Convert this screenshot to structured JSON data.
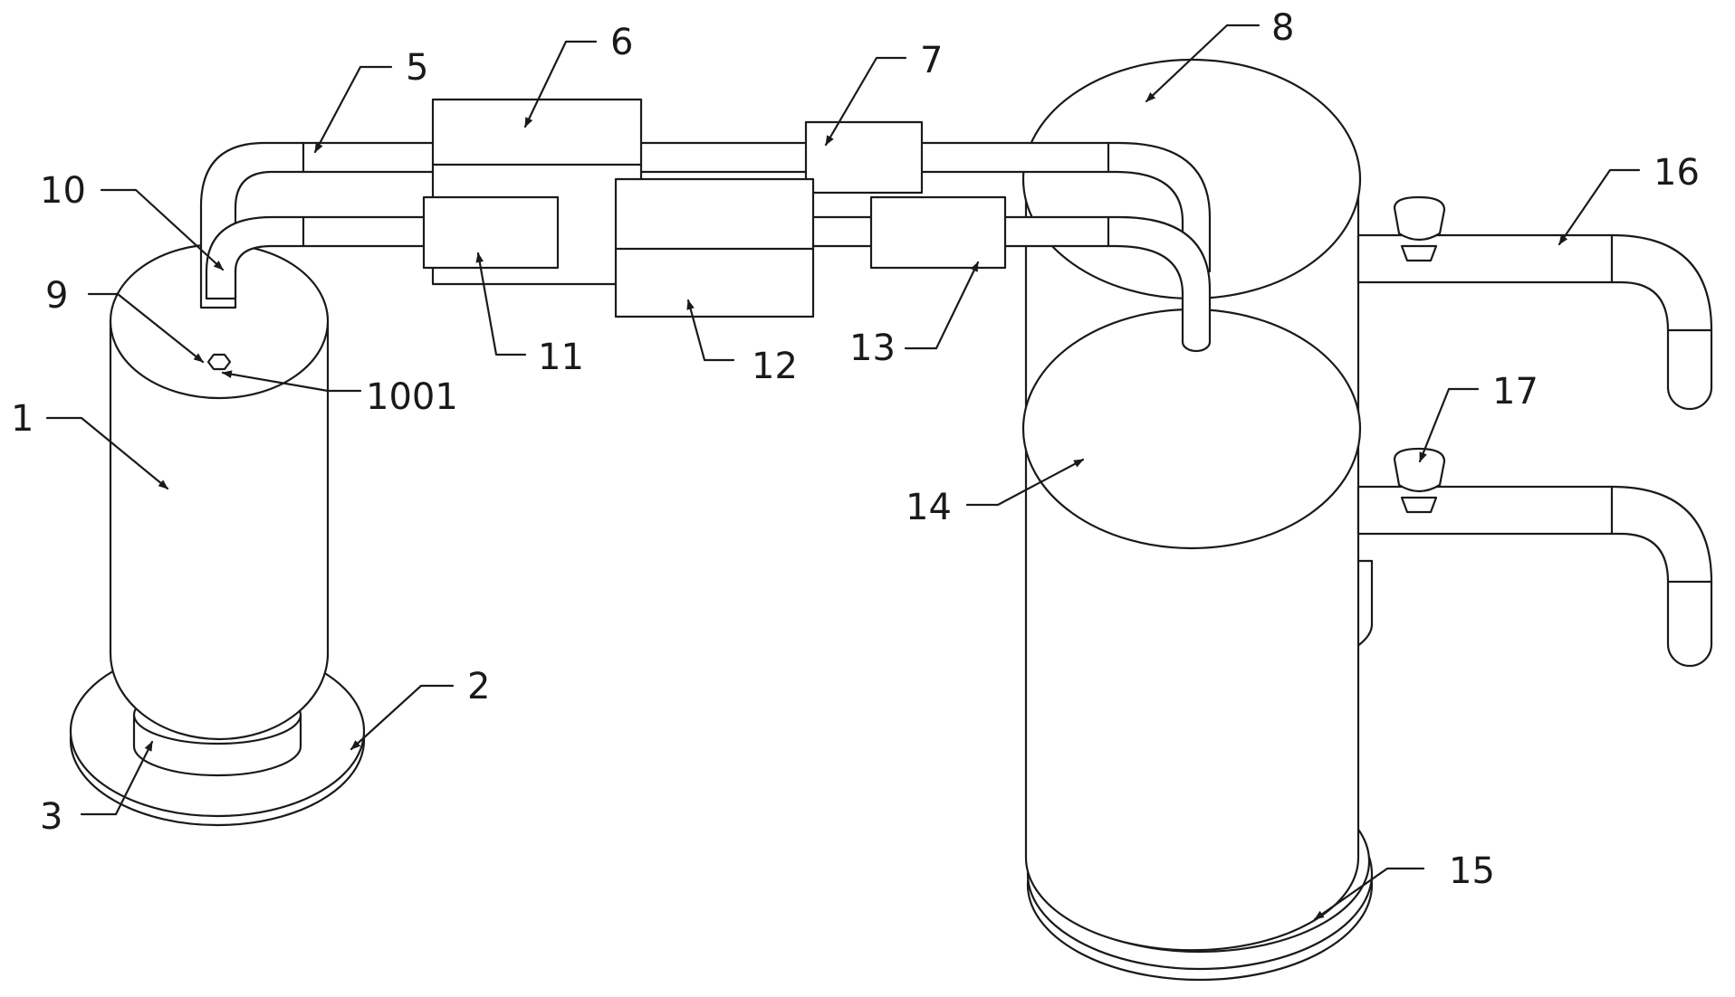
{
  "figure": {
    "labels": {
      "l1": "1",
      "l2": "2",
      "l3": "3",
      "l5": "5",
      "l6": "6",
      "l7": "7",
      "l8": "8",
      "l9": "9",
      "l10": "10",
      "l1001": "1001",
      "l11": "11",
      "l12": "12",
      "l13": "13",
      "l14": "14",
      "l15": "15",
      "l16": "16",
      "l17": "17"
    },
    "colors": {
      "line": "#1a1a1a",
      "background": "#ffffff"
    }
  }
}
